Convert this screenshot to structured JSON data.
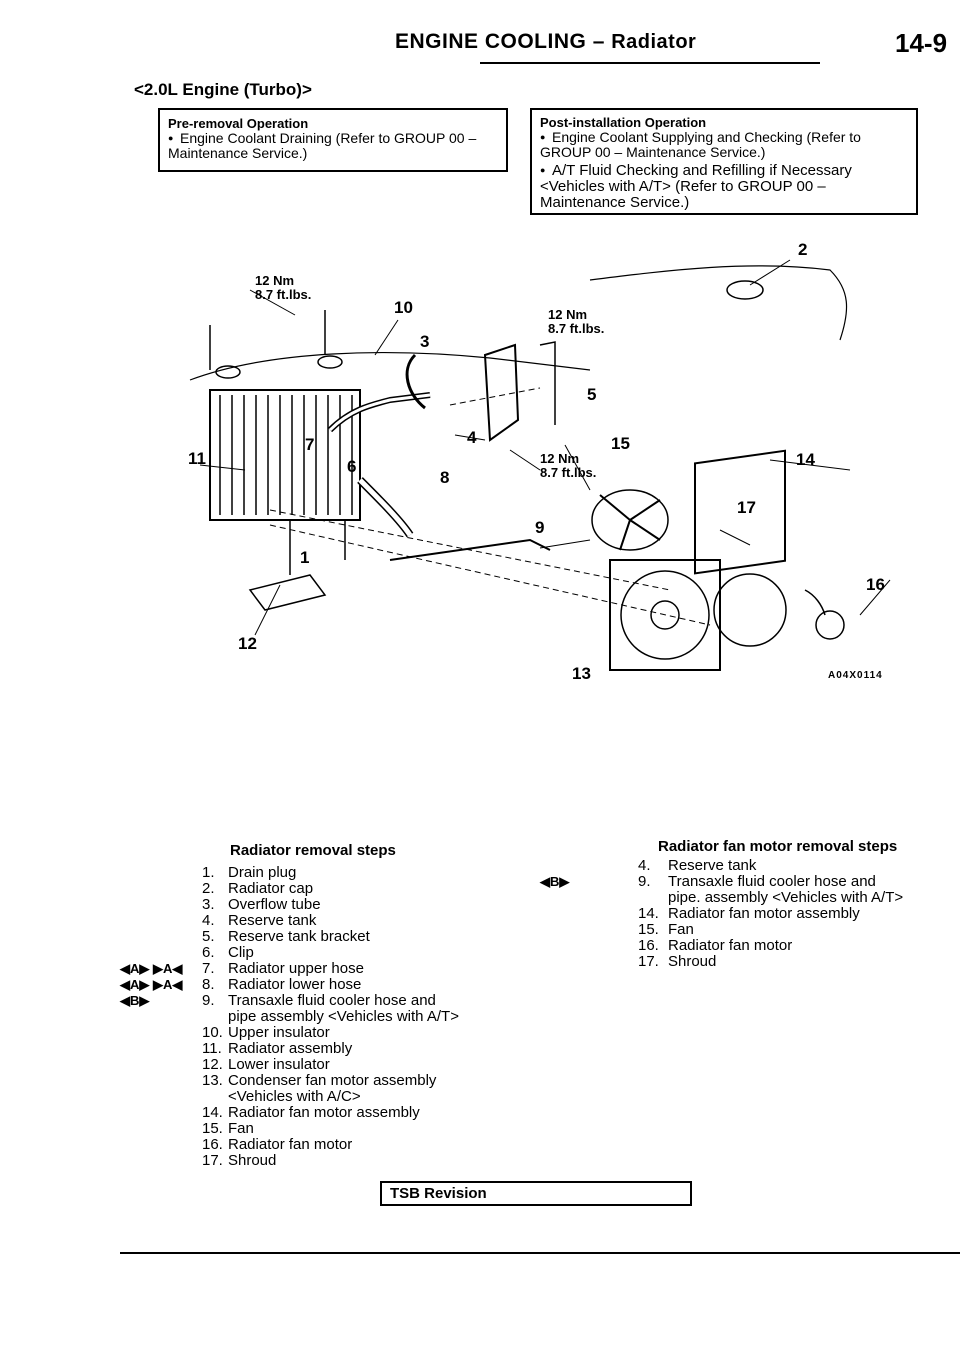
{
  "header": {
    "title": "ENGINE COOLING",
    "subtitle": "Radiator",
    "page_number": "14-9"
  },
  "section_title": "<2.0L Engine (Turbo)>",
  "pre_removal": {
    "heading": "Pre-removal Operation",
    "items": [
      "Engine Coolant Draining (Refer to GROUP 00 – Maintenance Service.)"
    ]
  },
  "post_installation": {
    "heading": "Post-installation Operation",
    "items": [
      "Engine Coolant Supplying and Checking (Refer to GROUP 00 – Maintenance Service.)",
      "A/T Fluid Checking and Refilling if Necessary <Vehicles with A/T> (Refer to GROUP 00 – Maintenance Service.)"
    ]
  },
  "diagram": {
    "callouts": [
      "1",
      "2",
      "3",
      "4",
      "5",
      "6",
      "7",
      "8",
      "9",
      "10",
      "11",
      "12",
      "13",
      "14",
      "15",
      "16",
      "17"
    ],
    "torque_label": "12 Nm",
    "torque_label_alt": "8.7 ft.lbs.",
    "figure_code": "A04X0114"
  },
  "radiator_removal": {
    "title": "Radiator removal steps",
    "steps": [
      {
        "num": "1.",
        "text": "Drain plug",
        "marks": ""
      },
      {
        "num": "2.",
        "text": "Radiator cap",
        "marks": ""
      },
      {
        "num": "3.",
        "text": "Overflow tube",
        "marks": ""
      },
      {
        "num": "4.",
        "text": "Reserve tank",
        "marks": ""
      },
      {
        "num": "5.",
        "text": "Reserve tank bracket",
        "marks": ""
      },
      {
        "num": "6.",
        "text": "Clip",
        "marks": ""
      },
      {
        "num": "7.",
        "text": "Radiator upper hose",
        "marks": "◀A▶ ▶A◀"
      },
      {
        "num": "8.",
        "text": "Radiator lower hose",
        "marks": "◀A▶ ▶A◀"
      },
      {
        "num": "9.",
        "text": "Transaxle fluid cooler hose and",
        "marks": "◀B▶"
      },
      {
        "num": "",
        "text": "pipe assembly <Vehicles with A/T>",
        "marks": ""
      },
      {
        "num": "10.",
        "text": "Upper insulator",
        "marks": ""
      },
      {
        "num": "11.",
        "text": "Radiator assembly",
        "marks": ""
      },
      {
        "num": "12.",
        "text": "Lower insulator",
        "marks": ""
      },
      {
        "num": "13.",
        "text": "Condenser fan motor assembly",
        "marks": ""
      },
      {
        "num": "",
        "text": "<Vehicles with A/C>",
        "marks": ""
      },
      {
        "num": "14.",
        "text": "Radiator fan motor assembly",
        "marks": ""
      },
      {
        "num": "15.",
        "text": "Fan",
        "marks": ""
      },
      {
        "num": "16.",
        "text": "Radiator fan motor",
        "marks": ""
      },
      {
        "num": "17.",
        "text": "Shroud",
        "marks": ""
      }
    ]
  },
  "fan_motor_removal": {
    "title": "Radiator fan motor removal steps",
    "steps": [
      {
        "num": "4.",
        "text": "Reserve tank",
        "marks": ""
      },
      {
        "num": "9.",
        "text": "Transaxle fluid cooler hose and",
        "marks": "◀B▶"
      },
      {
        "num": "",
        "text": "pipe. assembly <Vehicles with A/T>",
        "marks": ""
      },
      {
        "num": "14.",
        "text": "Radiator fan motor assembly",
        "marks": ""
      },
      {
        "num": "15.",
        "text": "Fan",
        "marks": ""
      },
      {
        "num": "16.",
        "text": "Radiator fan motor",
        "marks": ""
      },
      {
        "num": "17.",
        "text": "Shroud",
        "marks": ""
      }
    ]
  },
  "footer": {
    "tsb_label": "TSB Revision"
  }
}
